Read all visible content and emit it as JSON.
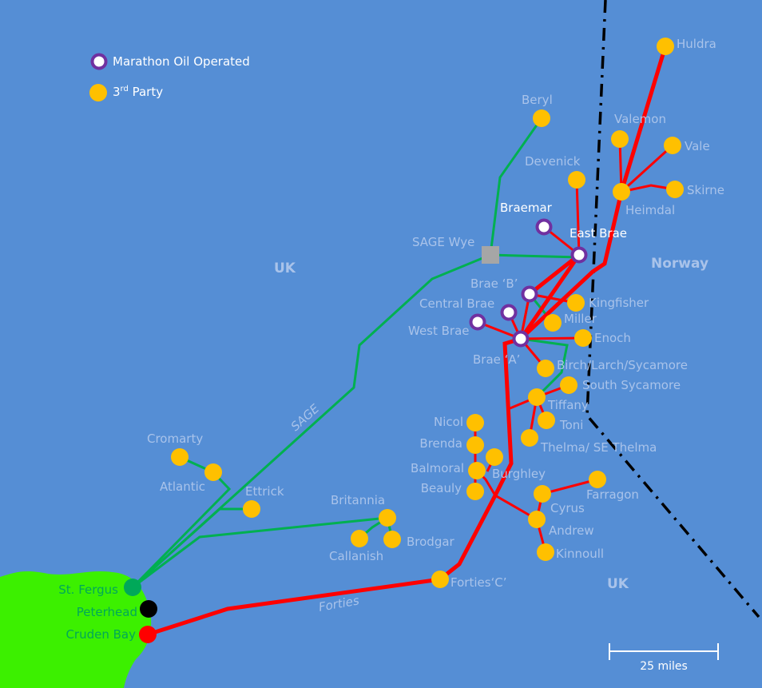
{
  "legend": {
    "operated": "Marathon Oil Operated",
    "third_party": "3rd Party"
  },
  "colors": {
    "sea": "#558ED5",
    "land": "#3CF000",
    "sage": "#00B050",
    "forties": "#FF0000",
    "third_party": "#FFC000",
    "operated": "#7030A0"
  },
  "countries": {
    "uk_north": "UK",
    "norway": "Norway",
    "uk_south": "UK"
  },
  "pipelines": {
    "sage": "SAGE",
    "forties": "Forties"
  },
  "terminals": {
    "st_fergus": "St. Fergus",
    "peterhead": "Peterhead",
    "cruden_bay": "Cruden Bay"
  },
  "fields": {
    "huldra": "Huldra",
    "valemon": "Valemon",
    "vale": "Vale",
    "skirne": "Skirne",
    "heimdal": "Heimdal",
    "devenick": "Devenick",
    "beryl": "Beryl",
    "braemar": "Braemar",
    "east_brae": "East Brae",
    "sage_wye": "SAGE Wye",
    "brae_b": "Brae ‘B’",
    "central_brae": "Central Brae",
    "west_brae": "West Brae",
    "brae_a": "Brae ‘A’",
    "kingfisher": "Kingfisher",
    "miller": "Miller",
    "enoch": "Enoch",
    "birch": "Birch/Larch/Sycamore",
    "south_sycamore": "South Sycamore",
    "tiffany": "Tiffany",
    "toni": "Toni",
    "thelma": "Thelma/ SE Thelma",
    "nicol": "Nicol",
    "brenda": "Brenda",
    "balmoral": "Balmoral",
    "burghley": "Burghley",
    "beauly": "Beauly",
    "cyrus": "Cyrus",
    "farragon": "Farragon",
    "andrew": "Andrew",
    "kinnoull": "Kinnoull",
    "forties_c": "Forties‘C’",
    "britannia": "Britannia",
    "callanish": "Callanish",
    "brodgar": "Brodgar",
    "cromarty": "Cromarty",
    "atlantic": "Atlantic",
    "ettrick": "Ettrick"
  },
  "scale": {
    "label": "25 miles"
  }
}
